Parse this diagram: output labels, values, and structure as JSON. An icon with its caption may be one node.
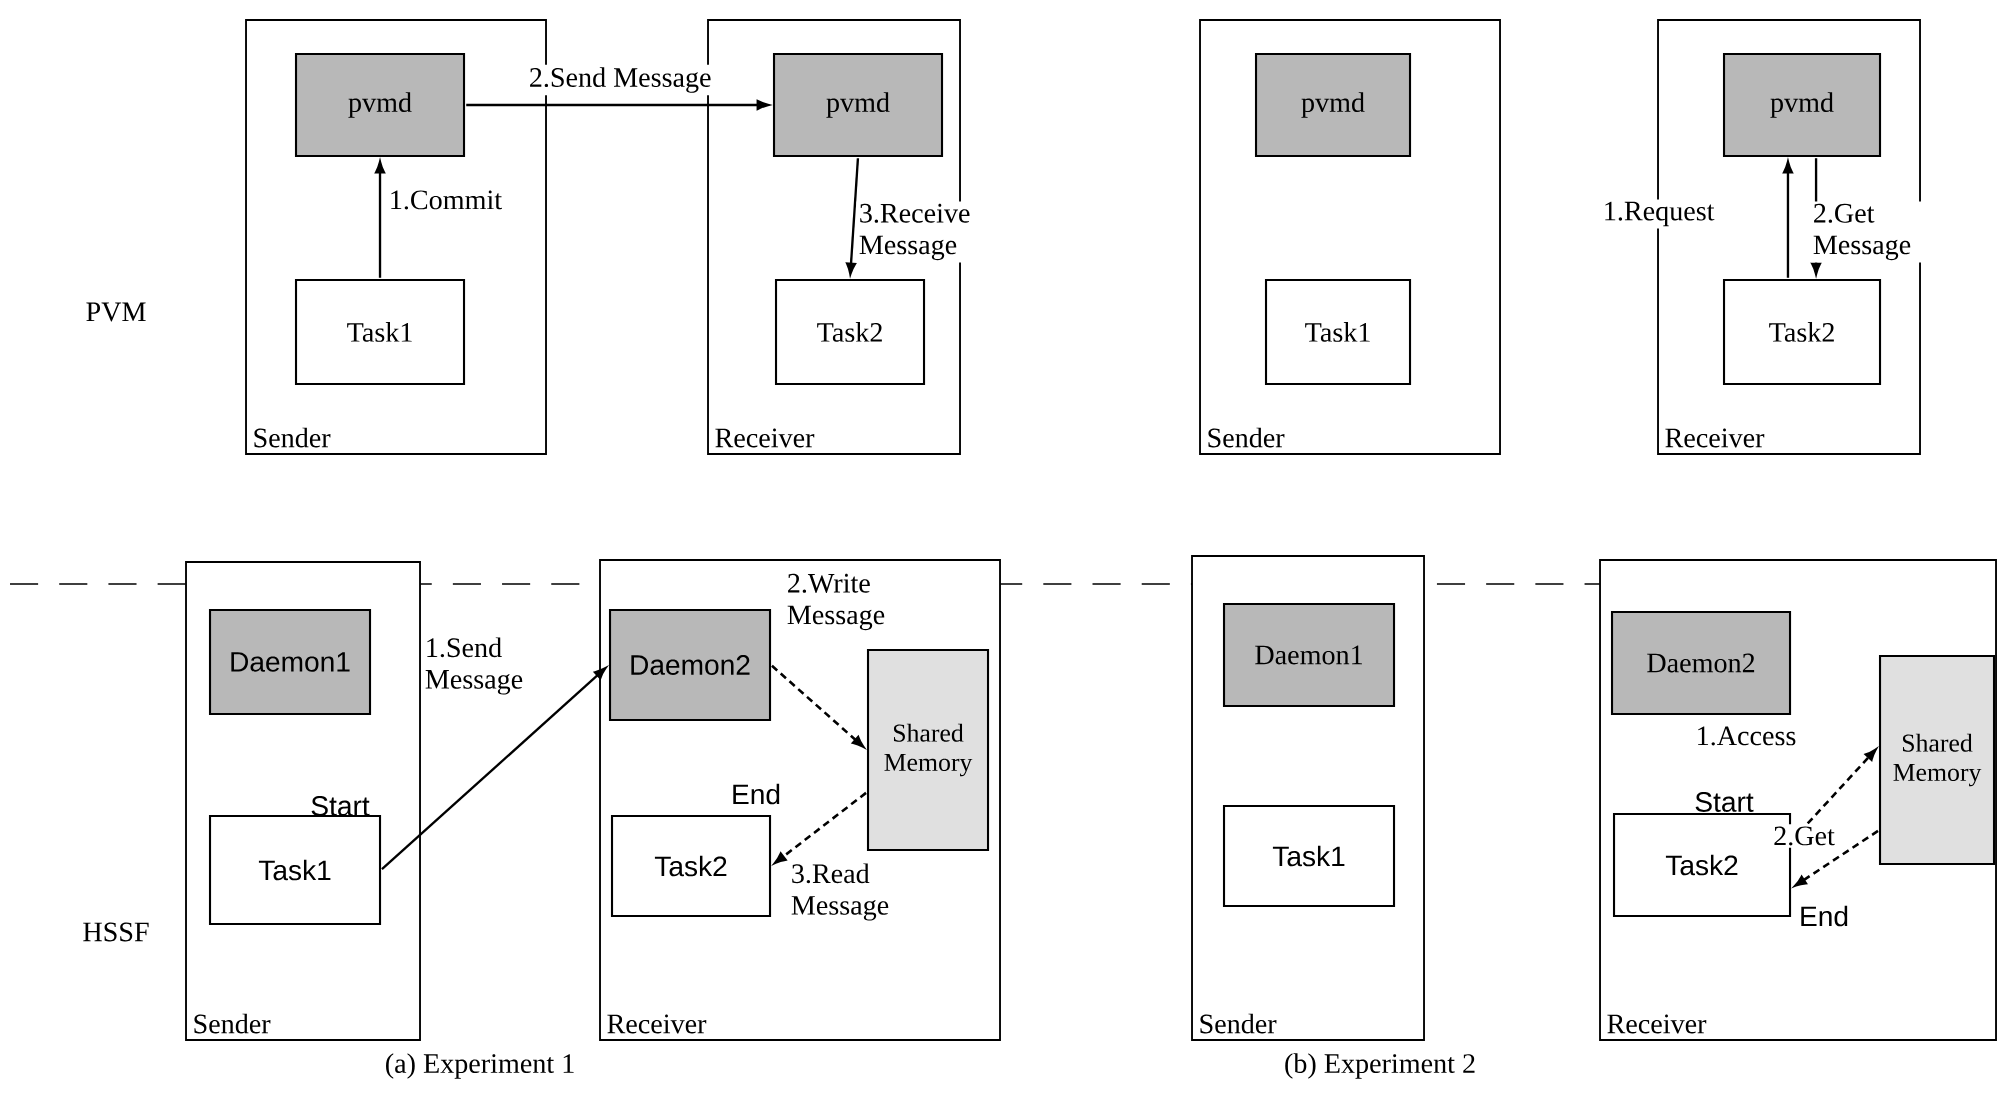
{
  "diagram": {
    "nodes": [
      {
        "text": [
          "Sender"
        ]
      },
      {
        "text": [
          "pvmd"
        ],
        "in": 0
      },
      {
        "text": [
          "Task1"
        ],
        "in": 0
      },
      {
        "text": [
          "Receiver"
        ]
      },
      {
        "text": [
          "pvmd"
        ],
        "in": 3
      },
      {
        "text": [
          "Task2"
        ],
        "in": 3
      },
      {
        "text": [
          "Sender"
        ]
      },
      {
        "text": [
          "pvmd"
        ],
        "in": 6
      },
      {
        "text": [
          "Task1"
        ],
        "in": 6
      },
      {
        "text": [
          "Receiver"
        ]
      },
      {
        "text": [
          "pvmd"
        ],
        "in": 9
      },
      {
        "text": [
          "Task2"
        ],
        "in": 9
      },
      {
        "text": [
          "Sender"
        ]
      },
      {
        "text": [
          "Daemon1"
        ],
        "in": 12
      },
      {
        "text": [
          "Task1"
        ],
        "in": 12,
        "beside": [
          "Start"
        ]
      },
      {
        "text": [
          "Receiver"
        ]
      },
      {
        "text": [
          "Daemon2"
        ],
        "in": 15
      },
      {
        "text": [
          "Shared Memory"
        ],
        "in": 15
      },
      {
        "text": [
          "Task2"
        ],
        "in": 15,
        "beside": [
          "End"
        ]
      },
      {
        "text": [
          "Sender"
        ]
      },
      {
        "text": [
          "Daemon1"
        ],
        "in": 19
      },
      {
        "text": [
          "Task1"
        ],
        "in": 19
      },
      {
        "text": [
          "Receiver"
        ]
      },
      {
        "text": [
          "Daemon2"
        ],
        "in": 22
      },
      {
        "text": [
          "Shared Memory"
        ],
        "in": 22
      },
      {
        "text": [
          "Task2"
        ],
        "in": 22,
        "beside": [
          "Start",
          "End"
        ]
      }
    ],
    "edges": [
      {
        "from": 2,
        "to": 1,
        "arrow": "to",
        "label": "1.Commit"
      },
      {
        "from": 1,
        "to": 4,
        "arrow": "to",
        "label": "2.Send Message"
      },
      {
        "from": 4,
        "to": 5,
        "arrow": "to",
        "label": "3.Receive Message"
      },
      {
        "from": 11,
        "to": 10,
        "arrow": "to",
        "label": "1.Request"
      },
      {
        "from": 10,
        "to": 11,
        "arrow": "to",
        "label": "2.Get Message"
      },
      {
        "from": 14,
        "to": 16,
        "arrow": "to",
        "label": "1.Send Message"
      },
      {
        "from": 16,
        "to": 17,
        "arrow": "to",
        "label": "2.Write Message",
        "style": "dashed"
      },
      {
        "from": 17,
        "to": 18,
        "arrow": "to",
        "label": "3.Read Message",
        "style": "dashed"
      },
      {
        "from": 25,
        "to": 24,
        "arrow": "to",
        "label": "1.Access",
        "style": "dashed"
      },
      {
        "from": 24,
        "to": 25,
        "arrow": "to",
        "label": "2.Get",
        "style": "dashed"
      }
    ],
    "labels": [
      "PVM",
      "HSSF",
      "(a) Experiment 1",
      "(b) Experiment 2"
    ]
  }
}
